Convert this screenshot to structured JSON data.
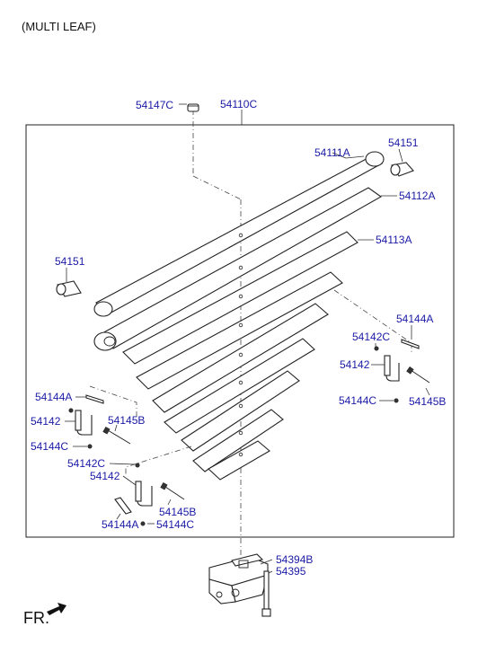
{
  "header": {
    "title": "(MULTI LEAF)"
  },
  "footer": {
    "direction_label": "FR."
  },
  "parts": {
    "p54147C": "54147C",
    "p54110C": "54110C",
    "p54111A": "54111A",
    "p54151_right": "54151",
    "p54112A": "54112A",
    "p54113A": "54113A",
    "p54151_left": "54151",
    "p54144A_right": "54144A",
    "p54142C_right": "54142C",
    "p54142_right": "54142",
    "p54144C_right": "54144C",
    "p54145B_right": "54145B",
    "p54144A_left": "54144A",
    "p54142_left": "54142",
    "p54145B_left": "54145B",
    "p54144C_left": "54144C",
    "p54142C_low": "54142C",
    "p54142_low": "54142",
    "p54145B_low": "54145B",
    "p54144A_low": "54144A",
    "p54144C_low": "54144C",
    "p54394B": "54394B",
    "p54395": "54395"
  }
}
